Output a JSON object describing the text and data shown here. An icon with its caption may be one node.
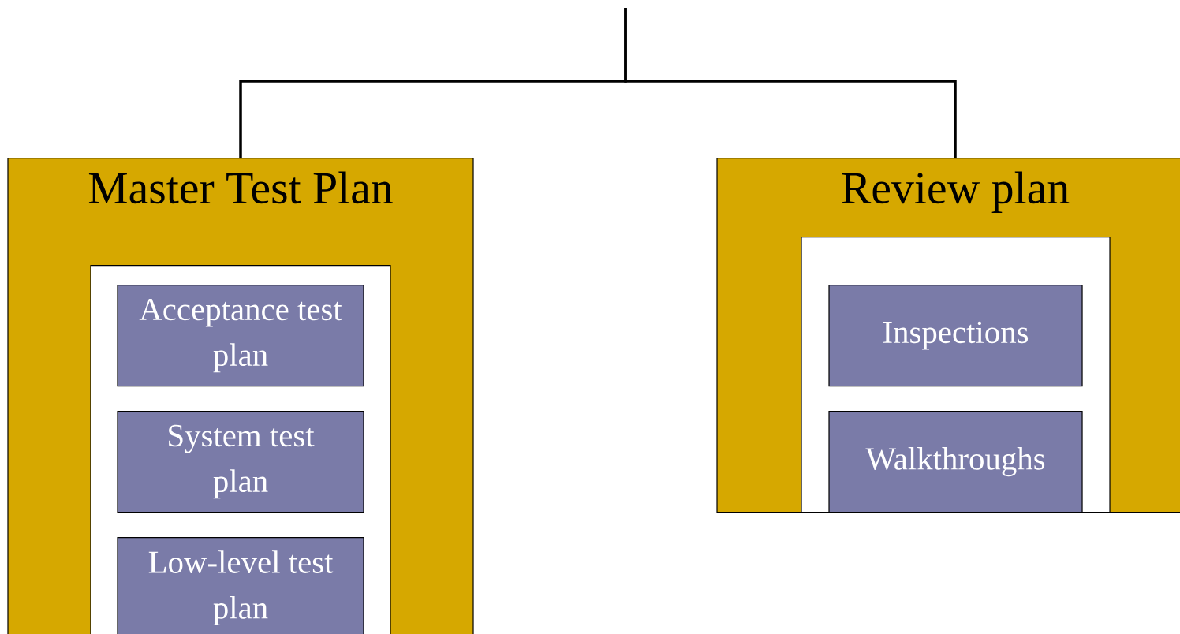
{
  "diagram": {
    "nodes": [
      {
        "text": [
          "Master Test Plan"
        ]
      },
      {
        "text": [],
        "shape": "box",
        "in": 0
      },
      {
        "text": [
          "Acceptance test plan"
        ],
        "in": 1
      },
      {
        "text": [
          "System test plan"
        ],
        "in": 1
      },
      {
        "text": [
          "Low-level test plan"
        ],
        "in": 1
      },
      {
        "text": [
          "Review plan"
        ]
      },
      {
        "text": [],
        "shape": "box",
        "in": 5
      },
      {
        "text": [
          "Inspections"
        ],
        "in": 6
      },
      {
        "text": [
          "Walkthroughs"
        ],
        "in": 6
      }
    ],
    "edges": [
      {
        "from": null,
        "to": 0,
        "arrow": "none"
      },
      {
        "from": null,
        "to": 5,
        "arrow": "none"
      }
    ]
  }
}
